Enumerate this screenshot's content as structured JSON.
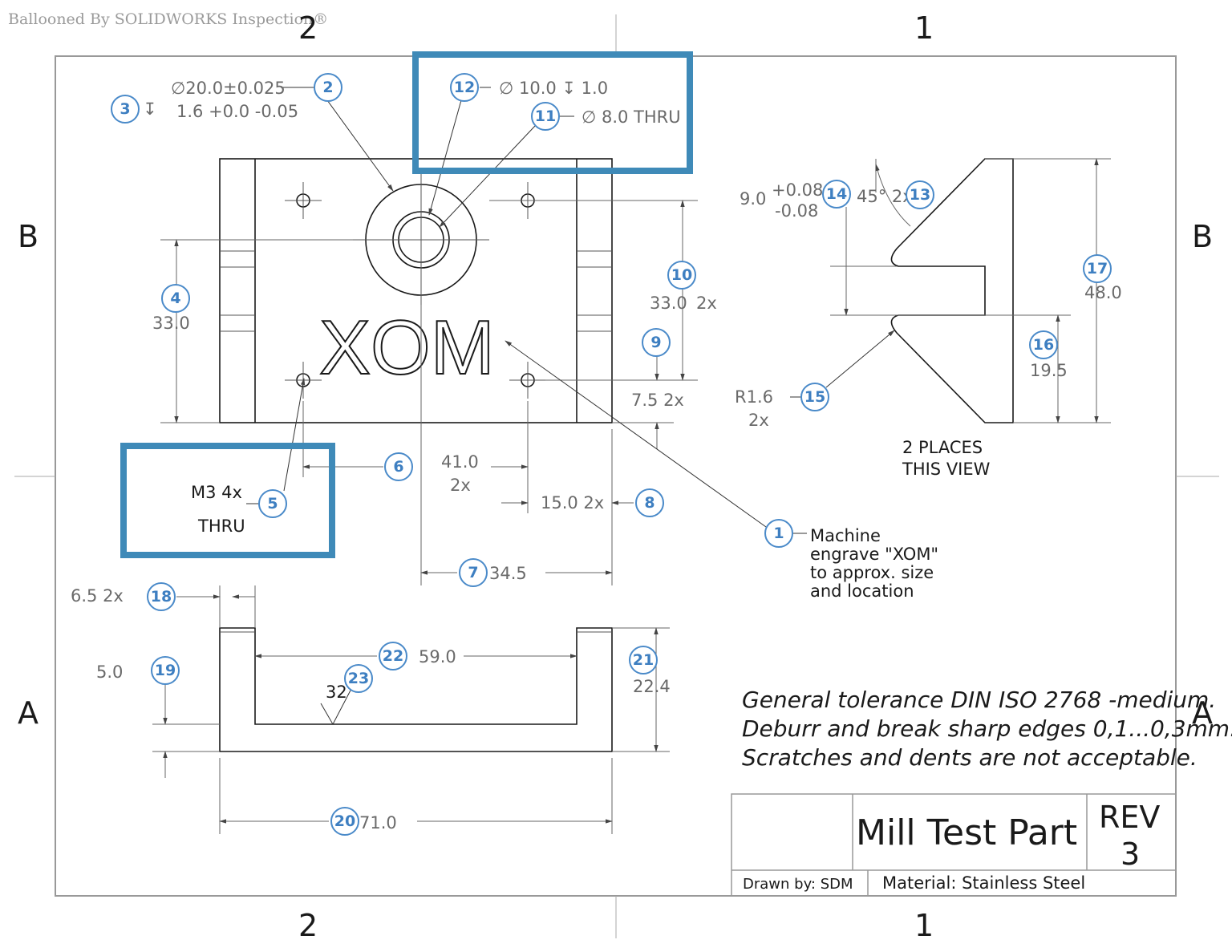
{
  "watermark": "Ballooned By SOLIDWORKS Inspection®",
  "zones": {
    "top_left": "2",
    "top_right": "1",
    "bottom_left": "2",
    "bottom_right": "1",
    "left_top": "B",
    "left_bottom": "A",
    "right_top": "B",
    "right_bottom": "A"
  },
  "part_text": "XOM",
  "balloons": [
    "1",
    "2",
    "3",
    "4",
    "5",
    "6",
    "7",
    "8",
    "9",
    "10",
    "11",
    "12",
    "13",
    "14",
    "15",
    "16",
    "17",
    "18",
    "19",
    "20",
    "21",
    "22",
    "23"
  ],
  "dims": {
    "d2": "∅20.0±0.025",
    "d3": "1.6 +0.0 -0.05",
    "d12": "∅ 10.0 ↧ 1.0",
    "d11": "∅ 8.0 THRU",
    "d4": "33.0",
    "d10a": "33.0",
    "d10b": "2x",
    "d9": "7.5 2x",
    "d6a": "41.0",
    "d6b": "2x",
    "d8": "15.0 2x",
    "d7": "34.5",
    "d5a": "M3 4x",
    "d5b": "THRU",
    "d14a": "9.0",
    "d14b": "+0.08",
    "d14c": "-0.08",
    "d13": "45° 2x",
    "d17": "48.0",
    "d16": "19.5",
    "d15a": "R1.6",
    "d15b": "2x",
    "places_a": "2 PLACES",
    "places_b": "THIS VIEW",
    "d18": "6.5 2x",
    "d19": "5.0",
    "d22": "59.0",
    "d23": "32",
    "d21": "22.4",
    "d20": "71.0"
  },
  "note1": [
    "Machine",
    "engrave \"XOM\"",
    "to approx. size",
    "and location"
  ],
  "general_notes": [
    "General tolerance DIN ISO 2768 -medium.",
    "Deburr and break sharp edges 0,1...0,3mm.",
    "Scratches and dents are not acceptable."
  ],
  "title_block": {
    "title": "Mill Test Part",
    "rev_label": "REV",
    "rev_value": "3",
    "drawn_by": "Drawn by: SDM",
    "material": "Material: Stainless Steel"
  }
}
